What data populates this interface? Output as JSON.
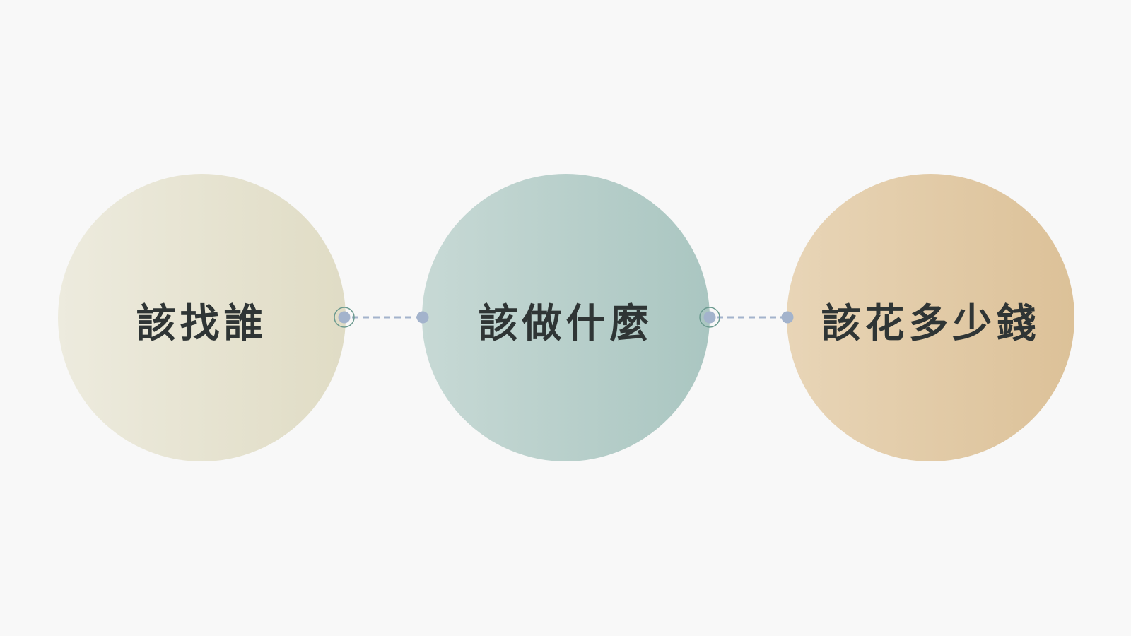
{
  "diagram": {
    "steps": [
      {
        "label": "該找誰"
      },
      {
        "label": "該做什麼"
      },
      {
        "label": "該花多少錢"
      }
    ]
  },
  "colors": {
    "background": "#f8f8f8",
    "text": "#2f3535",
    "connector_dot": "#a3b3cc",
    "connector_ring": "#6b9a8f",
    "circle_1": [
      "#edebde",
      "#e0dcc5"
    ],
    "circle_2": [
      "#c7d9d5",
      "#aac6c1"
    ],
    "circle_3": [
      "#e8d5b7",
      "#dcc198"
    ]
  }
}
